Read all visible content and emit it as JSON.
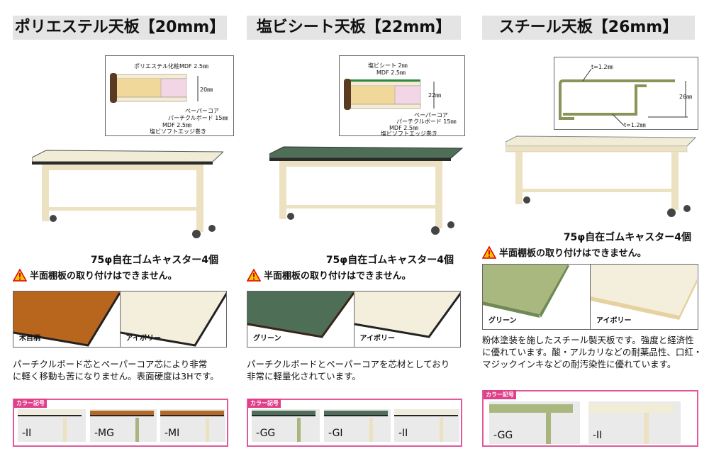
{
  "columns": [
    {
      "title": "ポリエステル天板【20mm】",
      "diagram": {
        "labels": [
          "ポリエステル化粧MDF 2.5㎜",
          "20㎜",
          "ペーパーコア",
          "パーチクルボード 15㎜",
          "MDF 2.5㎜",
          "塩ビソフトエッジ巻き"
        ]
      },
      "caster": "75φ自在ゴムキャスター4個",
      "warning": "半面棚板の取り付けはできません。",
      "swatches": [
        {
          "label": "木目柄",
          "color": "#b8651e"
        },
        {
          "label": "アイボリー",
          "color": "#f3efdc"
        }
      ],
      "description": [
        "パーチクルボード芯とペーパーコア芯により非常",
        "に軽く移動も苦になりません。表面硬度は3Hです。"
      ],
      "color_code_tag": "カラー記号",
      "color_codes": [
        {
          "code": "-II",
          "top": "#f1ecd6",
          "frame": "#ece1c0"
        },
        {
          "code": "-MG",
          "top": "#b56a22",
          "frame": "#a9b57e"
        },
        {
          "code": "-MI",
          "top": "#b56a22",
          "frame": "#ece1c0"
        }
      ]
    },
    {
      "title": "塩ビシート天板【22mm】",
      "diagram": {
        "labels": [
          "塩ビシート 2㎜",
          "MDF 2.5㎜",
          "22㎜",
          "ペーパーコア",
          "パーチクルボード 15㎜",
          "MDF 2.5㎜",
          "塩ビソフトエッジ巻き"
        ]
      },
      "caster": "75φ自在ゴムキャスター4個",
      "warning": "半面棚板の取り付けはできません。",
      "swatches": [
        {
          "label": "グリーン",
          "color": "#4e6e55"
        },
        {
          "label": "アイボリー",
          "color": "#f3efdc"
        }
      ],
      "description": [
        "パーチクルボードとペーパーコアを芯材としており",
        "非常に軽量化されています。"
      ],
      "color_code_tag": "カラー記号",
      "color_codes": [
        {
          "code": "-GG",
          "top": "#4e6e55",
          "frame": "#a9b57e"
        },
        {
          "code": "-GI",
          "top": "#4e6e55",
          "frame": "#ece1c0"
        },
        {
          "code": "-II",
          "top": "#f1ecd6",
          "frame": "#ece1c0"
        }
      ]
    },
    {
      "title": "スチール天板【26mm】",
      "diagram": {
        "labels": [
          "t=1.2㎜",
          "26㎜",
          "t=1.2㎜"
        ]
      },
      "caster": "75φ自在ゴムキャスター4個",
      "warning": "半面棚板の取り付けはできません。",
      "swatches": [
        {
          "label": "グリーン",
          "color": "#a9b87e"
        },
        {
          "label": "アイボリー",
          "color": "#f3efdc"
        }
      ],
      "description": [
        "粉体塗装を施したスチール製天板です。強度と経済性",
        "に優れています。酸・アルカリなどの耐薬品性、口紅・",
        "マジックインキなどの耐汚染性に優れています。"
      ],
      "color_code_tag": "カラー記号",
      "color_codes": [
        {
          "code": "-GG",
          "top": "#a9b87e",
          "frame": "#a9b57e"
        },
        {
          "code": "-II",
          "top": "#f1ecd6",
          "frame": "#ece1c0"
        }
      ]
    }
  ]
}
